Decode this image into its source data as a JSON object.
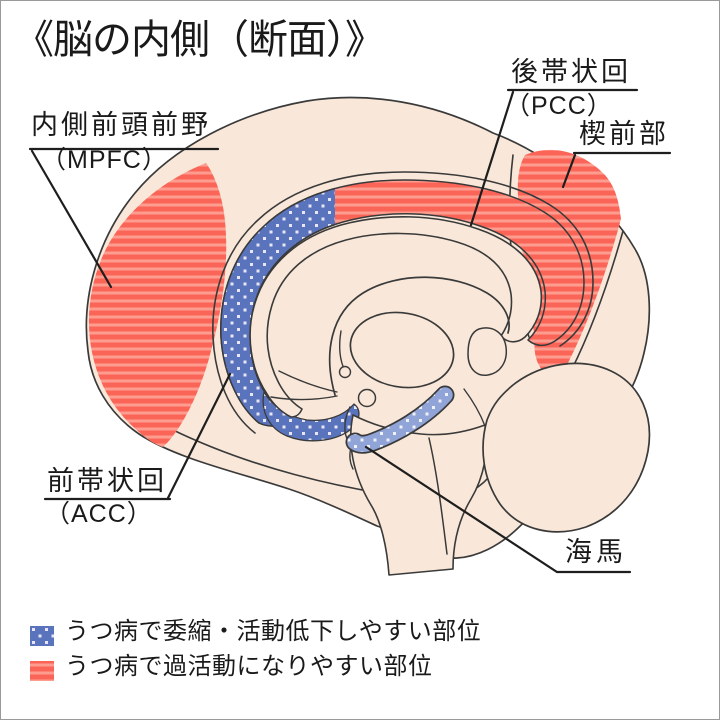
{
  "title": "《脳の内側（断面）》",
  "labels": {
    "mpfc": {
      "name": "内側前頭前野",
      "abbr": "（MPFC）"
    },
    "pcc": {
      "name": "後帯状回",
      "abbr": "（PCC）"
    },
    "precuneus": {
      "name": "楔前部"
    },
    "acc": {
      "name": "前帯状回",
      "abbr": "（ACC）"
    },
    "hippocampus": {
      "name": "海馬"
    }
  },
  "legend": {
    "atrophy": {
      "swatch": "blue-dots",
      "text": "うつ病で委縮・活動低下しやすい部位"
    },
    "hyperactivity": {
      "swatch": "red-stripes",
      "text": "うつ病で過活動になりやすい部位"
    }
  },
  "regions": {
    "mpfc": {
      "pattern": "red-stripes"
    },
    "pcc": {
      "pattern": "red-stripes"
    },
    "precuneus": {
      "pattern": "red-stripes"
    },
    "acc": {
      "pattern": "blue-dots"
    },
    "hippocampus": {
      "pattern": "blue-dots-light"
    }
  },
  "colors": {
    "cortex": "#f9e8d9",
    "outline": "#3a3a3a",
    "red_base": "#fa6557",
    "red_stripe": "#fd9d90",
    "blue_base": "#5a73bd",
    "blue_dot": "#e8e6f2",
    "hippocampus_blue": "#91a4d8",
    "leader_line": "#1e1e1e",
    "text": "#1a1a1a"
  }
}
